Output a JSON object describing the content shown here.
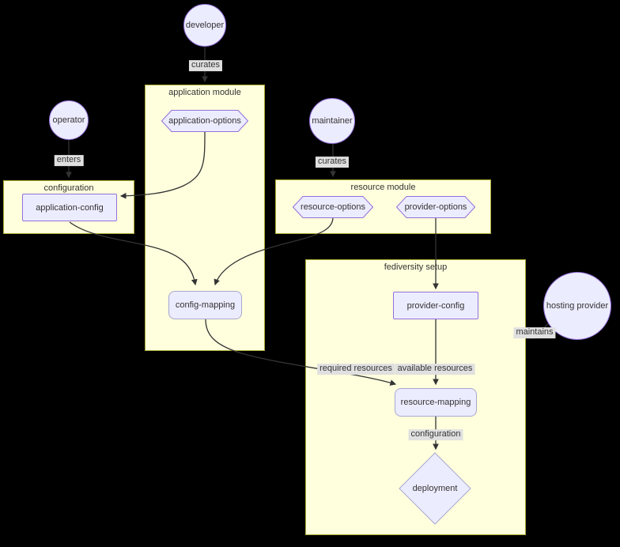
{
  "diagram": {
    "type": "flowchart",
    "background": "#000000",
    "colors": {
      "cluster_fill": "#ffffde",
      "cluster_border": "#aaaa33",
      "node_fill": "#ececff",
      "node_border": "#9370db",
      "soft_node_border": "#a8a8d0",
      "edge": "#333333",
      "edge_label_bg": "#e0e0e0",
      "text": "#333333"
    },
    "clusters": {
      "application_module": "application module",
      "configuration": "configuration",
      "resource_module": "resource module",
      "fediversity_setup": "fediversity setup"
    },
    "nodes": {
      "developer": "developer",
      "operator": "operator",
      "maintainer": "maintainer",
      "hosting_provider": "hosting provider",
      "application_options": "application-options",
      "resource_options": "resource-options",
      "provider_options": "provider-options",
      "application_config": "application-config",
      "provider_config": "provider-config",
      "config_mapping": "config-mapping",
      "resource_mapping": "resource-mapping",
      "deployment": "deployment"
    },
    "edge_labels": {
      "developer_curates": "curates",
      "operator_enters": "enters",
      "maintainer_curates": "curates",
      "hosting_provider_maintains": "maintains",
      "required_resources": "required resources",
      "available_resources": "available resources",
      "configuration_label": "configuration"
    }
  }
}
